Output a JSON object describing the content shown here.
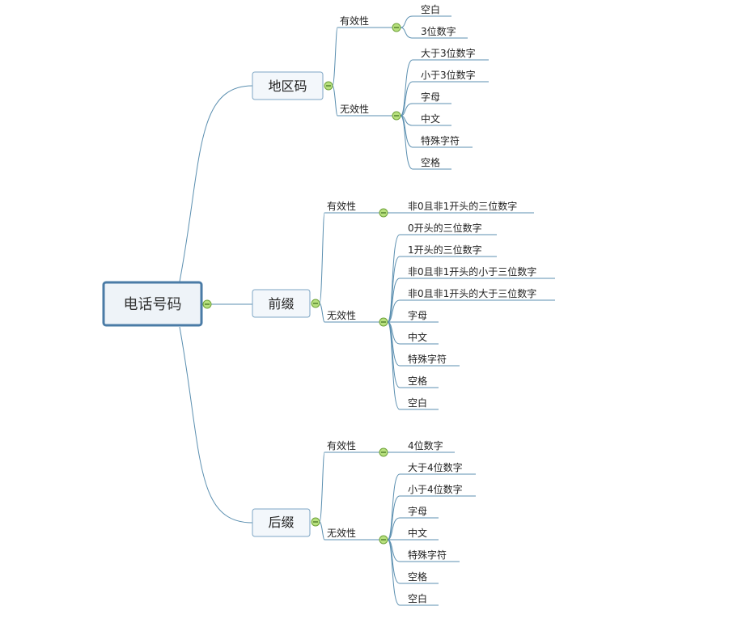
{
  "root": {
    "label": "电话号码",
    "collapse_icon": "minus-circle-icon"
  },
  "branches": [
    {
      "key": "area",
      "label": "地区码",
      "categories": [
        {
          "label": "有效性",
          "leaves": [
            "空白",
            "3位数字"
          ]
        },
        {
          "label": "无效性",
          "leaves": [
            "大于3位数字",
            "小于3位数字",
            "字母",
            "中文",
            "特殊字符",
            "空格"
          ]
        }
      ]
    },
    {
      "key": "prefix",
      "label": "前缀",
      "categories": [
        {
          "label": "有效性",
          "leaves": [
            "非0且非1开头的三位数字"
          ]
        },
        {
          "label": "无效性",
          "leaves": [
            "0开头的三位数字",
            "1开头的三位数字",
            "非0且非1开头的小于三位数字",
            "非0且非1开头的大于三位数字",
            "字母",
            "中文",
            "特殊字符",
            "空格",
            "空白"
          ]
        }
      ]
    },
    {
      "key": "suffix",
      "label": "后缀",
      "categories": [
        {
          "label": "有效性",
          "leaves": [
            "4位数字"
          ]
        },
        {
          "label": "无效性",
          "leaves": [
            "大于4位数字",
            "小于4位数字",
            "字母",
            "中文",
            "特殊字符",
            "空格",
            "空白"
          ]
        }
      ]
    }
  ],
  "colors": {
    "line": "#5b8fb0",
    "root_border": "#4a7ba6",
    "collapse_fill": "#b7e07d"
  }
}
